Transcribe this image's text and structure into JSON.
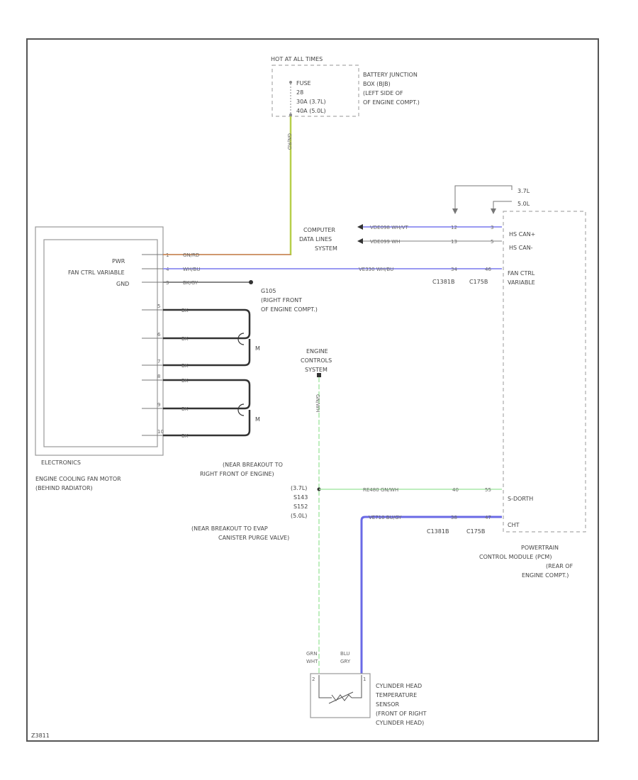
{
  "colors": {
    "yellow_green": "#b7cf4a",
    "orange_red": "#c98a5a",
    "white_blue": "#8c8cf0",
    "black_gray": "#777777",
    "black": "#333333",
    "green": "#a8e8a8",
    "blue_gray": "#6a6ae6"
  },
  "battery_box": {
    "hot_at_all_times": "HOT AT ALL TIMES",
    "fuse_lines": [
      "FUSE",
      "28",
      "30A (3.7L)",
      "40A (5.0L)"
    ],
    "location": [
      "BATTERY JUNCTION",
      "BOX (BJB)",
      "(LEFT SIDE OF",
      "OF ENGINE COMPT.)"
    ]
  },
  "feed_wire": {
    "label": "GN/RD"
  },
  "fan_motor": {
    "pins": [
      "PWR",
      "FAN CTRL VARIABLE",
      "GND"
    ],
    "pin_numbers": [
      "1",
      "4",
      "3",
      "5",
      "6",
      "7",
      "8",
      "9",
      "10"
    ],
    "inner_label": "ELECTRONICS",
    "name": [
      "ENGINE COOLING FAN MOTOR",
      "(BEHIND RADIATOR)"
    ],
    "motor_labels": [
      "M",
      "M"
    ],
    "winding_wires": [
      "BK",
      "BK",
      "BK",
      "BK",
      "BK",
      "BK"
    ]
  },
  "wires": {
    "pwr": "GN/RD",
    "fan_ctrl_left": "WH/BU",
    "fan_ctrl_right": "VE330  WH/BU",
    "gnd": "BK/GY",
    "can_high": "VDE098  WH/VT",
    "can_low": "VDE099  WH",
    "sensor_vertical": "GN/WH",
    "sensor_to_pcm": "RE480   GN/WH",
    "sensor_return": "VE710   BU/GY"
  },
  "ground": {
    "label": [
      "G105",
      "(RIGHT FRONT",
      "OF ENGINE COMPT.)"
    ]
  },
  "computer_data_lines": {
    "label": [
      "COMPUTER",
      "DATA LINES",
      "SYSTEM"
    ],
    "pins_c1381b": [
      "12",
      "13"
    ],
    "pins_c175b": [
      "3",
      "5"
    ]
  },
  "pcm": {
    "variants": [
      "3.7L",
      "5.0L"
    ],
    "signals": [
      "HS CAN+",
      "HS CAN-",
      "FAN CTRL",
      "VARIABLE",
      "S-DORTH",
      "CHT"
    ],
    "fan_pin_c1381b": "34",
    "fan_pin_c175b": "46",
    "sensor_pin_c1381b": "40",
    "sensor_pin_c175b": "55",
    "return_pin_c1381b": "38",
    "return_pin_c175b": "47",
    "connectors_top": [
      "C1381B",
      "C175B"
    ],
    "connectors_bottom": [
      "C1381B",
      "C175B"
    ],
    "name": [
      "POWERTRAIN",
      "CONTROL MODULE (PCM)",
      "(REAR OF",
      "ENGINE COMPT.)"
    ]
  },
  "engine_controls": {
    "label": [
      "ENGINE",
      "CONTROLS",
      "SYSTEM"
    ]
  },
  "splices": {
    "upper_note": [
      "(NEAR BREAKOUT TO",
      "RIGHT FRONT OF ENGINE)"
    ],
    "ids": [
      "(3.7L)",
      "S143",
      "S152",
      "(5.0L)"
    ],
    "lower_note": [
      "(NEAR BREAKOUT TO EVAP",
      "CANISTER PURGE VALVE)"
    ]
  },
  "sensor": {
    "wire_labels": [
      "GRN",
      "WHT",
      "BLU",
      "GRY"
    ],
    "pins": [
      "2",
      "1"
    ],
    "name": [
      "CYLINDER HEAD",
      "TEMPERATURE",
      "SENSOR",
      "(FRONT OF RIGHT",
      "CYLINDER HEAD)"
    ]
  },
  "diagram_id": "Z3811"
}
